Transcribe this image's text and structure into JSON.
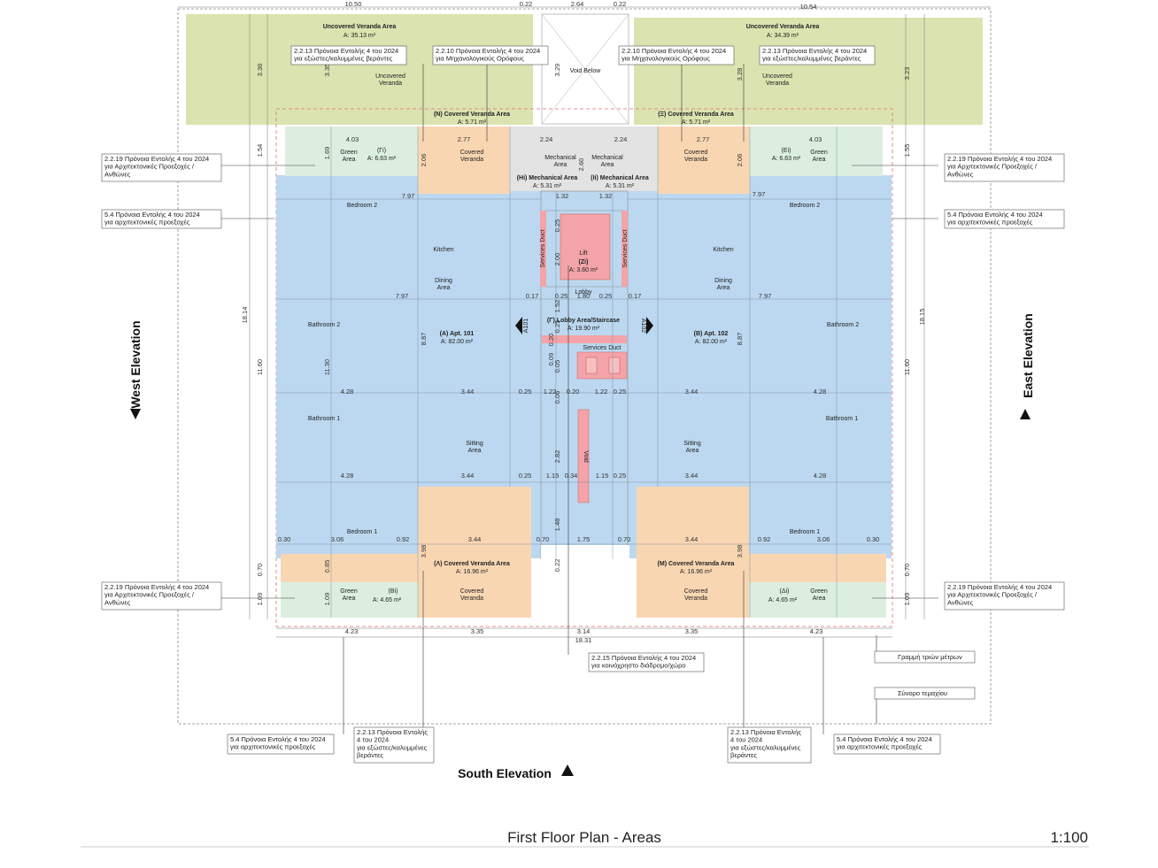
{
  "title": "First Floor Plan  - Areas",
  "scale": "1:100",
  "elevations": {
    "west": "West Elevation",
    "east": "East Elevation",
    "south": "South Elevation"
  },
  "colors": {
    "uncovered_veranda": "#dbe3b0",
    "covered_veranda": "#f9d6b2",
    "green_area": "#dcefdf",
    "apartment": "#bcd8f0",
    "mechanical": "#e3e3e3",
    "lift_duct": "#f4a3a8"
  },
  "areas": {
    "uncov_left": {
      "title": "Uncovered Veranda Area",
      "area": "A: 35.13 m²",
      "label": "Uncovered\nVeranda"
    },
    "uncov_right": {
      "title": "Uncovered Veranda Area",
      "area": "A: 34.39 m²",
      "label": "Uncovered\nVeranda"
    },
    "void_below": "Void Below",
    "cov_n": {
      "title": "(N) Covered Veranda Area",
      "area": "A: 5.71 m²"
    },
    "cov_xi": {
      "title": "(Ξ) Covered Veranda Area",
      "area": "A: 5.71 m²"
    },
    "green_gi": {
      "code": "(Γi)",
      "area": "A: 6.63 m²",
      "label": "Green\nArea"
    },
    "green_ei": {
      "code": "(Ei)",
      "area": "A: 6.63 m²",
      "label": "Green\nArea"
    },
    "covered_label": "Covered\nVeranda",
    "mech_label": "Mechanical\nArea",
    "mech_hi": {
      "title": "(Hi) Mechanical Area",
      "area": "A: 5.31 m²"
    },
    "mech_ii": {
      "title": "(Ii) Mechanical Area",
      "area": "A: 5.31 m²"
    },
    "lift": {
      "label": "Lift",
      "code": "(Zi)",
      "area": "A: 3.60 m²"
    },
    "services_duct": "Services Duct",
    "lobby": "Lobby",
    "lobby_area": {
      "title": "(Γ) Lobby Area/Staircase",
      "area": "A: 19.90 m²"
    },
    "apt_101": {
      "title": "(A) Apt. 101",
      "area": "A: 82.00 m²"
    },
    "apt_102": {
      "title": "(B) Apt. 102",
      "area": "A: 82.00 m²"
    },
    "rooms": {
      "bedroom2": "Bedroom 2",
      "kitchen": "Kitchen",
      "dining": "Dining\nArea",
      "bathroom2": "Bathroom 2",
      "bathroom1": "Bathroom 1",
      "sitting": "Sitting\nArea",
      "bedroom1": "Bedroom 1",
      "void": "Void"
    },
    "cov_l": {
      "title": "(Λ) Covered Veranda Area",
      "area": "A: 16.96 m²"
    },
    "cov_m": {
      "title": "(M) Covered Veranda Area",
      "area": "A: 16.96 m²"
    },
    "green_bi": {
      "code": "(Bi)",
      "area": "A: 4.65 m²",
      "label": "Green\nArea"
    },
    "green_di": {
      "code": "(Δi)",
      "area": "A: 4.65 m²",
      "label": "Green\nArea"
    },
    "section_a101": "A101",
    "section_a102": "A102"
  },
  "notes": {
    "n2213": "2.2.13 Πρόνοια Εντολής 4 του 2024\nγια εξώστες/καλυμμένες βεράντες",
    "n2210": "2.2.10 Πρόνοια Εντολής 4 του 2024\nγια Μηχανολογικούς Ορόφους",
    "n2219": "2.2.19 Πρόνοια Εντολής 4 του 2024\nγια Αρχιτεκτονικές Προεξοχές /\nΑνθώνες",
    "n54": "5.4 Πρόνοια Εντολής 4 του 2024\nγια αρχιτεκτονικές προεξοχές",
    "n2215": "2.2.15 Πρόνοια Εντολής 4 του 2024\nγια κοινόχρηστο διάδρομο/χώρο",
    "n2213_bottom": "2.2.13 Πρόνοια Εντολής\n4 του 2024\nγια εξώστες/καλυμμένες\nβεράντες",
    "three_m_line": "Γραμμή τριών μέτρων",
    "plot_boundary": "Σύνορο τεμαχίου"
  },
  "dims": {
    "top": [
      "10.50",
      "0.22",
      "2.64",
      "0.22",
      "10.54"
    ],
    "d403": "4.03",
    "d277": "2.77",
    "d224": "2.24",
    "d132": "1.32",
    "d797": "7.97",
    "d017": "0.17",
    "d025": "0.25",
    "d180": "1.80",
    "d428": "4.28",
    "d344": "3.44",
    "d122": "1.22",
    "d020": "0.20",
    "d115": "1.15",
    "d034": "0.34",
    "d030": "0.30",
    "d306": "3.06",
    "d092": "0.92",
    "d070": "0.70",
    "d175": "1.75",
    "d423": "4.23",
    "d335": "3.35",
    "d314": "3.14",
    "d1831": "18.31",
    "v336": "3.36",
    "v335": "3.35",
    "v329": "3.29",
    "v328": "3.28",
    "v323": "3.23",
    "v154": "1.54",
    "v155": "1.55",
    "v169": "1.69",
    "v206": "2.06",
    "v260": "2.60",
    "v1814": "18.14",
    "v1815": "18.15",
    "v1160": "11.60",
    "v1130": "11.30",
    "v887": "8.87",
    "v200": "2.00",
    "v152": "1.52",
    "v009": "0.09",
    "v005": "0.05",
    "v006": "0.06",
    "v282": "2.82",
    "v148": "1.48",
    "v398": "3.98",
    "v085": "0.85",
    "v022": "0.22",
    "v109": "1.09"
  }
}
